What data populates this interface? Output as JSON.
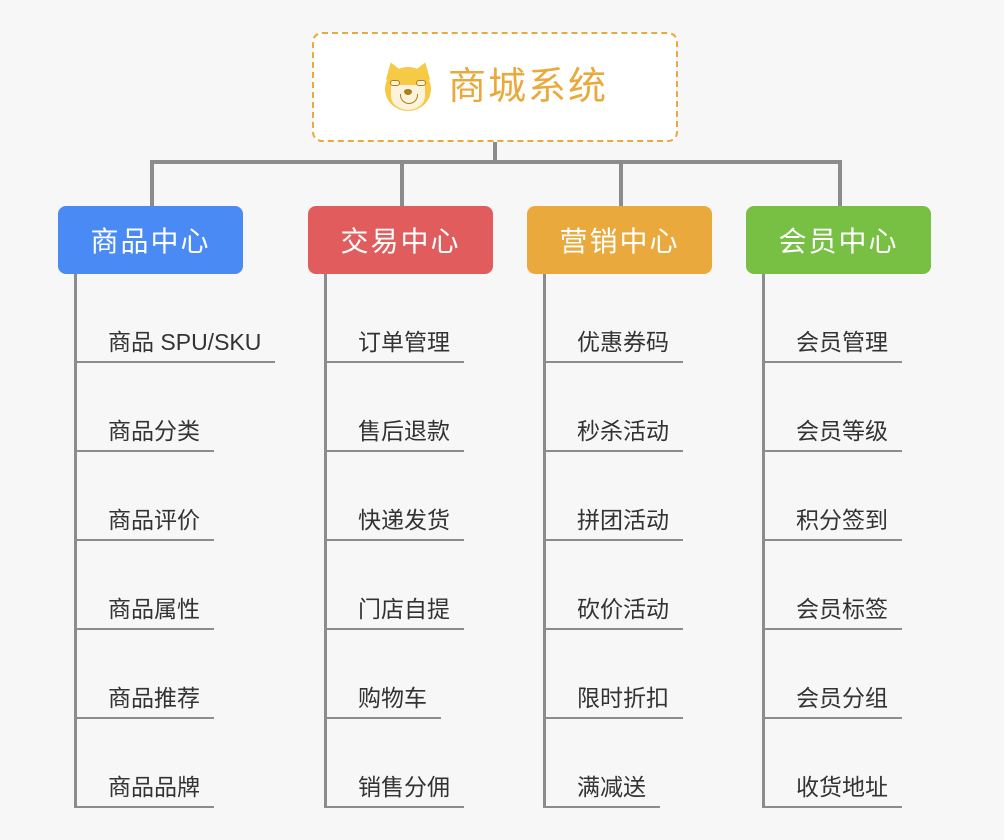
{
  "page": {
    "background_color": "#f7f7f7",
    "type": "organization-mindmap"
  },
  "root": {
    "title": "商城系统",
    "icon": "shiba-dog-face-emoji",
    "border_color": "#eaa93c",
    "text_color": "#eaa93c",
    "background_color": "#ffffff"
  },
  "categories": [
    {
      "label": "商品中心",
      "color": "#4a8af4",
      "items": [
        "商品 SPU/SKU",
        "商品分类",
        "商品评价",
        "商品属性",
        "商品推荐",
        "商品品牌"
      ]
    },
    {
      "label": "交易中心",
      "color": "#e15c5c",
      "items": [
        "订单管理",
        "售后退款",
        "快递发货",
        "门店自提",
        "购物车",
        "销售分佣"
      ]
    },
    {
      "label": "营销中心",
      "color": "#eaa93c",
      "items": [
        "优惠券码",
        "秒杀活动",
        "拼团活动",
        "砍价活动",
        "限时折扣",
        "满减送"
      ]
    },
    {
      "label": "会员中心",
      "color": "#78c043",
      "items": [
        "会员管理",
        "会员等级",
        "积分签到",
        "会员标签",
        "会员分组",
        "收货地址"
      ]
    }
  ],
  "connectors": {
    "line_color": "#8c8c8c"
  }
}
